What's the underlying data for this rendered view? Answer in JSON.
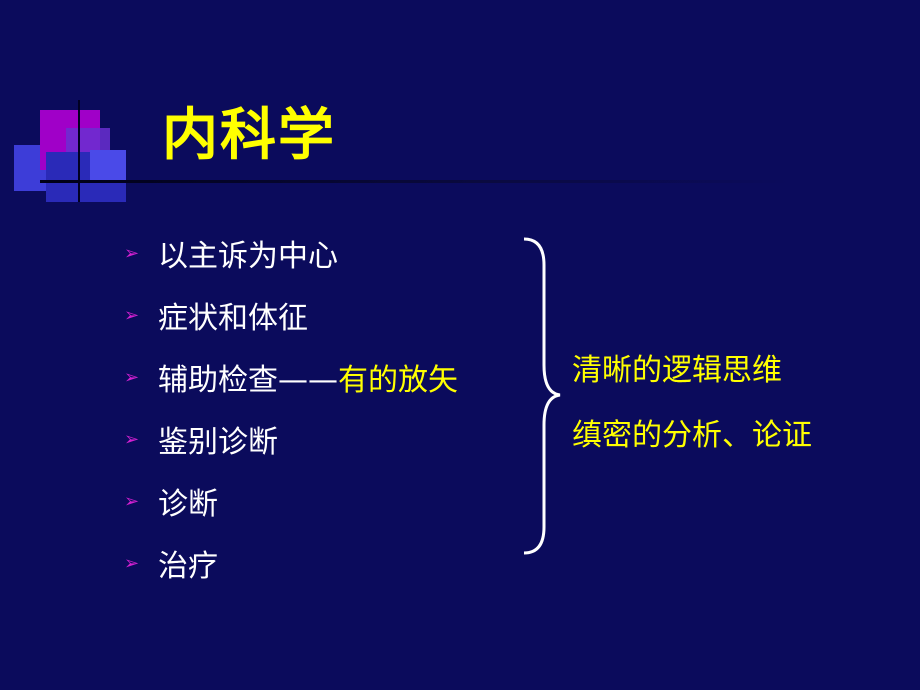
{
  "title": "内科学",
  "bullets": [
    {
      "text": "以主诉为中心"
    },
    {
      "text": "症状和体征"
    },
    {
      "text": "辅助检查",
      "dash": "——",
      "sub": "有的放矢"
    },
    {
      "text": "鉴别诊断"
    },
    {
      "text": "诊断"
    },
    {
      "text": "治疗"
    }
  ],
  "notes": [
    "清晰的逻辑思维",
    "缜密的分析、论证"
  ],
  "colors": {
    "background": "#0b0b5c",
    "title": "#ffff00",
    "bullet_text": "#ffffff",
    "note": "#ffff00",
    "arrow": "#d020d0"
  },
  "icons": {
    "bullet": "arrow-right-icon"
  }
}
